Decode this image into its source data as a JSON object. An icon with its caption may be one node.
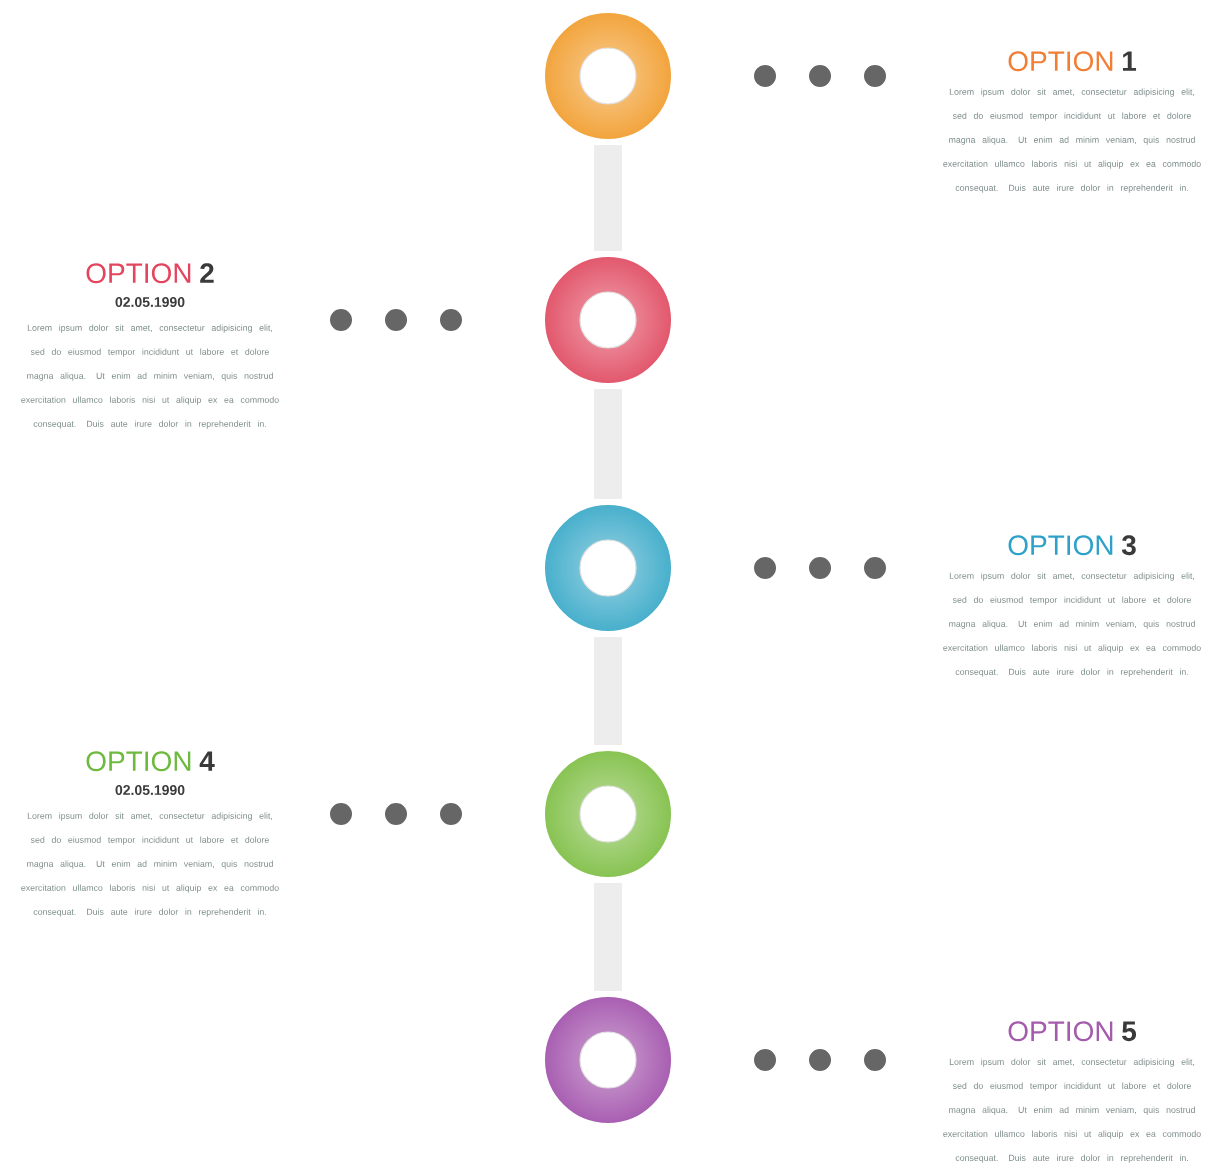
{
  "diagram": {
    "nodes": [
      {
        "text": [],
        "shape": "circle"
      },
      {
        "text": [
          "OPTION **1**",
          "Lorem ipsum dolor sit amet, consectetur adipisicing elit, sed do eiusmod tempor incididunt ut labore et dolore magna aliqua. Ut enim ad minim veniam, quis nostrud exercitation ullamco laboris nisi ut aliquip ex ea commodo consequat. Duis aute irure dolor in reprehenderit in."
        ]
      },
      {
        "text": [
          "OPTION **2**",
          "02.05.1990",
          "Lorem ipsum dolor sit amet, consectetur adipisicing elit, sed do eiusmod tempor incididunt ut labore et dolore magna aliqua. Ut enim ad minim veniam, quis nostrud exercitation ullamco laboris nisi ut aliquip ex ea commodo consequat. Duis aute irure dolor in reprehenderit in."
        ]
      },
      {
        "text": [],
        "shape": "circle"
      },
      {
        "text": [],
        "shape": "circle"
      },
      {
        "text": [
          "OPTION **3**",
          "Lorem ipsum dolor sit amet, consectetur adipisicing elit, sed do eiusmod tempor incididunt ut labore et dolore magna aliqua. Ut enim ad minim veniam, quis nostrud exercitation ullamco laboris nisi ut aliquip ex ea commodo consequat. Duis aute irure dolor in reprehenderit in."
        ]
      },
      {
        "text": [
          "OPTION **4**",
          "02.05.1990",
          "Lorem ipsum dolor sit amet, consectetur adipisicing elit, sed do eiusmod tempor incididunt ut labore et dolore magna aliqua. Ut enim ad minim veniam, quis nostrud exercitation ullamco laboris nisi ut aliquip ex ea commodo consequat. Duis aute irure dolor in reprehenderit in."
        ]
      },
      {
        "text": [],
        "shape": "circle"
      },
      {
        "text": [],
        "shape": "circle"
      },
      {
        "text": [
          "OPTION **5**",
          "Lorem ipsum dolor sit amet, consectetur adipisicing elit, sed do eiusmod tempor incididunt ut labore et dolore magna aliqua. Ut enim ad minim veniam, quis nostrud exercitation ullamco laboris nisi ut aliquip ex ea commodo consequat. Duis aute irure dolor in reprehenderit in."
        ]
      }
    ],
    "edges": [
      {
        "from": 0,
        "to": 3,
        "arrow": "none",
        "color": "#ededed"
      },
      {
        "from": 3,
        "to": 4,
        "arrow": "none",
        "color": "#ededed"
      },
      {
        "from": 4,
        "to": 7,
        "arrow": "none",
        "color": "#ededed"
      },
      {
        "from": 7,
        "to": 8,
        "arrow": "none",
        "color": "#ededed"
      },
      {
        "from": 0,
        "to": 1,
        "arrow": "none",
        "style": "dashed"
      },
      {
        "from": 3,
        "to": 2,
        "arrow": "none",
        "style": "dashed"
      },
      {
        "from": 4,
        "to": 5,
        "arrow": "none",
        "style": "dashed"
      },
      {
        "from": 7,
        "to": 6,
        "arrow": "none",
        "style": "dashed"
      },
      {
        "from": 8,
        "to": 9,
        "arrow": "none",
        "style": "dashed"
      }
    ]
  }
}
